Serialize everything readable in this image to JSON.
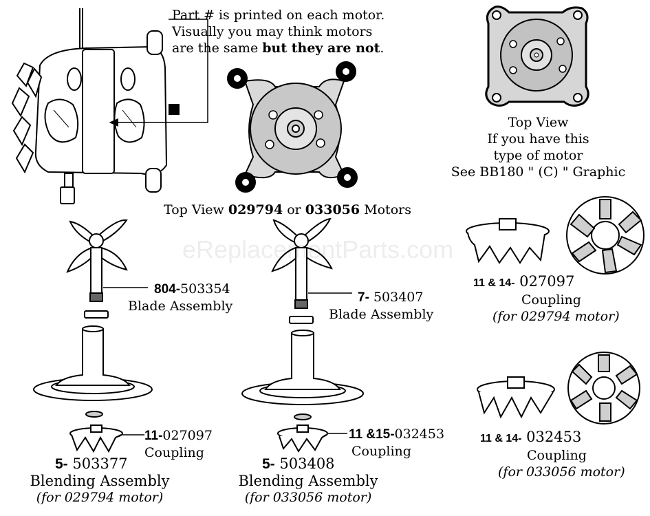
{
  "note": {
    "line1": "Part # is printed on each motor.",
    "line2": "Visually you may think motors",
    "line3_pre": "are the same ",
    "line3_bold": "but they are not",
    "line3_post": "."
  },
  "motor_top_view_right": {
    "line1": "Top View",
    "line2": "If you have this",
    "line3": "type of motor",
    "line4": "See BB180 \" (C) \" Graphic"
  },
  "motor_top_view_center": {
    "pre": "Top View ",
    "part1": "029794",
    "mid": " or ",
    "part2": "033056",
    "post": " Motors"
  },
  "watermark": "eReplacementParts.com",
  "assemblies": {
    "left": {
      "blade_num": "804-",
      "blade_part": "503354",
      "blade_label": "Blade Assembly",
      "coupling_num": "11-",
      "coupling_part": "027097",
      "coupling_label": "Coupling",
      "blend_num": "5-",
      "blend_part": "503377",
      "blend_label": "Blending Assembly",
      "blend_note": "(for 029794 motor)"
    },
    "middle": {
      "blade_num": "7-",
      "blade_part": "503407",
      "blade_label": "Blade Assembly",
      "coupling_num": "11 &15-",
      "coupling_part": "032453",
      "coupling_label": "Coupling",
      "blend_num": "5-",
      "blend_part": "503408",
      "blend_label": "Blending Assembly",
      "blend_note": "(for 033056 motor)"
    }
  },
  "couplings": {
    "top": {
      "num": "11 & 14-",
      "part": "027097",
      "label": "Coupling",
      "note": "(for 029794 motor)"
    },
    "bottom": {
      "num": "11 & 14-",
      "part": "032453",
      "label": "Coupling",
      "note": "(for 033056 motor)"
    }
  }
}
